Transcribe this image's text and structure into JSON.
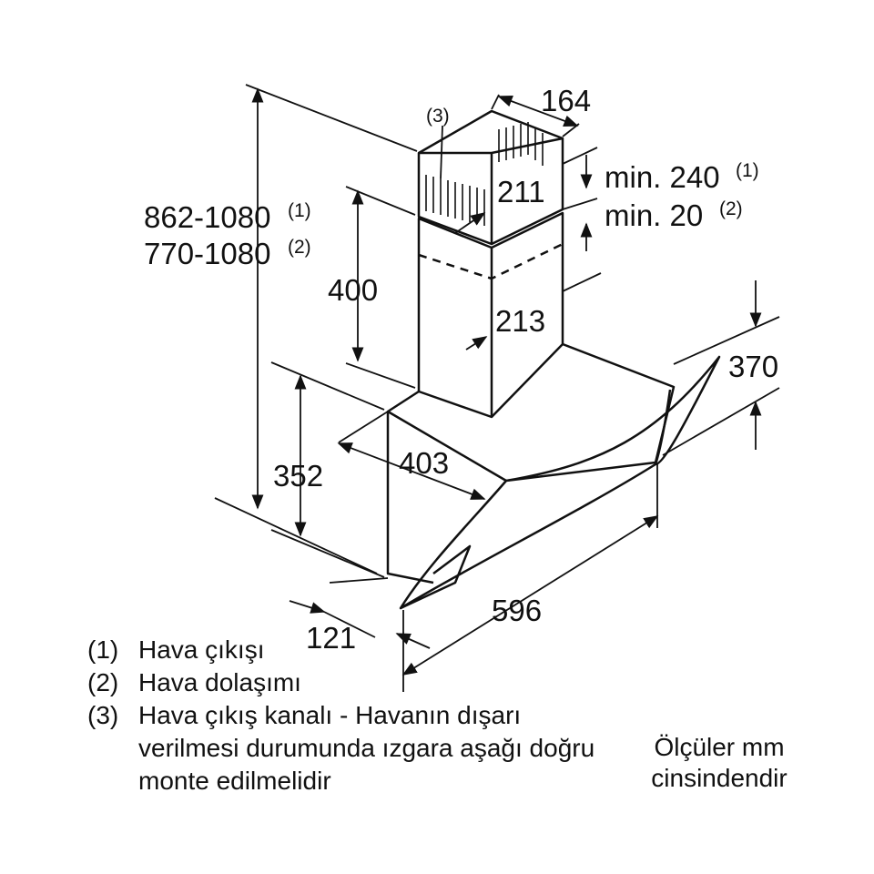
{
  "dimensions": {
    "chimney_depth": "164",
    "chimney_note": "(3)",
    "inner_duct_width": "211",
    "min_gap_1_value": "min. 240",
    "min_gap_1_sup": "(1)",
    "min_gap_2_value": "min. 20",
    "min_gap_2_sup": "(2)",
    "total_height_1_value": "862-1080",
    "total_height_1_sup": "(1)",
    "total_height_2_value": "770-1080",
    "total_height_2_sup": "(2)",
    "lower_chimney_height": "400",
    "outer_chimney_width": "213",
    "glass_depth": "370",
    "body_height": "352",
    "body_depth": "403",
    "total_width": "596",
    "front_offset": "121"
  },
  "legend": [
    {
      "num": "(1)",
      "text": "Hava çıkışı"
    },
    {
      "num": "(2)",
      "text": "Hava dolaşımı"
    },
    {
      "num": "(3)",
      "text": "Hava çıkış kanalı - Havanın dışarı verilmesi durumunda ızgara aşağı doğru monte edilmelidir"
    }
  ],
  "units_note": {
    "line1": "Ölçüler mm",
    "line2": "cinsindendir"
  }
}
